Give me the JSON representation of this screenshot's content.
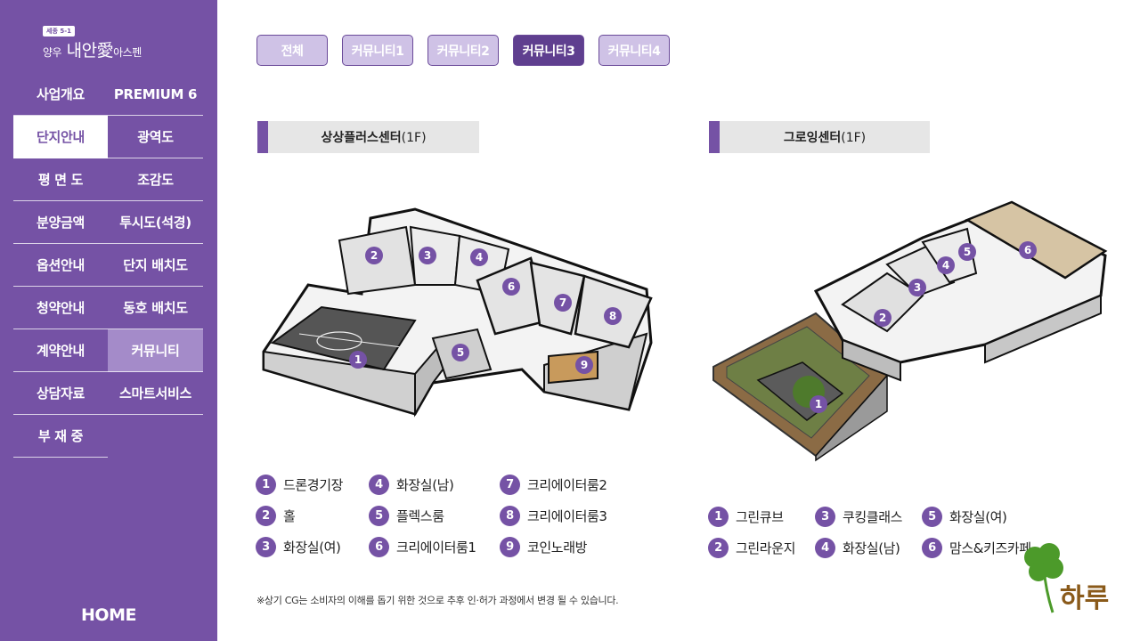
{
  "logo": {
    "badge": "세종 5-1",
    "brand": "양우",
    "name": "내안愛",
    "suffix": "아스펜"
  },
  "menu": [
    [
      "사업개요",
      "PREMIUM 6"
    ],
    [
      "단지안내",
      "광역도"
    ],
    [
      "평 면 도",
      "조감도"
    ],
    [
      "분양금액",
      "투시도(석경)"
    ],
    [
      "옵션안내",
      "단지 배치도"
    ],
    [
      "청약안내",
      "동호 배치도"
    ],
    [
      "계약안내",
      "커뮤니티"
    ],
    [
      "상담자료",
      "스마트서비스"
    ],
    [
      "부 재 중",
      ""
    ]
  ],
  "home_label": "HOME",
  "tabs": [
    "전체",
    "커뮤니티1",
    "커뮤니티2",
    "커뮤니티3",
    "커뮤니티4"
  ],
  "active_tab": "커뮤니티3",
  "sections": {
    "left": {
      "title": "상상플러스센터",
      "floor": "(1F)",
      "plan_markers": [
        "1",
        "2",
        "3",
        "4",
        "5",
        "6",
        "7",
        "8",
        "9"
      ],
      "legend": [
        {
          "num": "1",
          "label": "드론경기장"
        },
        {
          "num": "2",
          "label": "홀"
        },
        {
          "num": "3",
          "label": "화장실(여)"
        },
        {
          "num": "4",
          "label": "화장실(남)"
        },
        {
          "num": "5",
          "label": "플렉스룸"
        },
        {
          "num": "6",
          "label": "크리에이터룸1"
        },
        {
          "num": "7",
          "label": "크리에이터룸2"
        },
        {
          "num": "8",
          "label": "크리에이터룸3"
        },
        {
          "num": "9",
          "label": "코인노래방"
        }
      ]
    },
    "right": {
      "title": "그로잉센터",
      "floor": "(1F)",
      "plan_markers": [
        "1",
        "2",
        "3",
        "4",
        "5",
        "6"
      ],
      "legend": [
        {
          "num": "1",
          "label": "그린큐브"
        },
        {
          "num": "2",
          "label": "그린라운지"
        },
        {
          "num": "3",
          "label": "쿠킹클래스"
        },
        {
          "num": "4",
          "label": "화장실(남)"
        },
        {
          "num": "5",
          "label": "화장실(여)"
        },
        {
          "num": "6",
          "label": "맘스&키즈카페"
        }
      ]
    }
  },
  "disclaimer": "※상기 CG는 소비자의 이해를 돕기 위한 것으로 추후 인·허가 과정에서 변경 될 수 있습니다.",
  "watermark_text": "하루",
  "colors": {
    "brand_purple": "#7552a5",
    "tab_inactive": "#cfc2e6",
    "tab_active": "#5f3f8f",
    "menu_highlight": "#a48bc9"
  }
}
